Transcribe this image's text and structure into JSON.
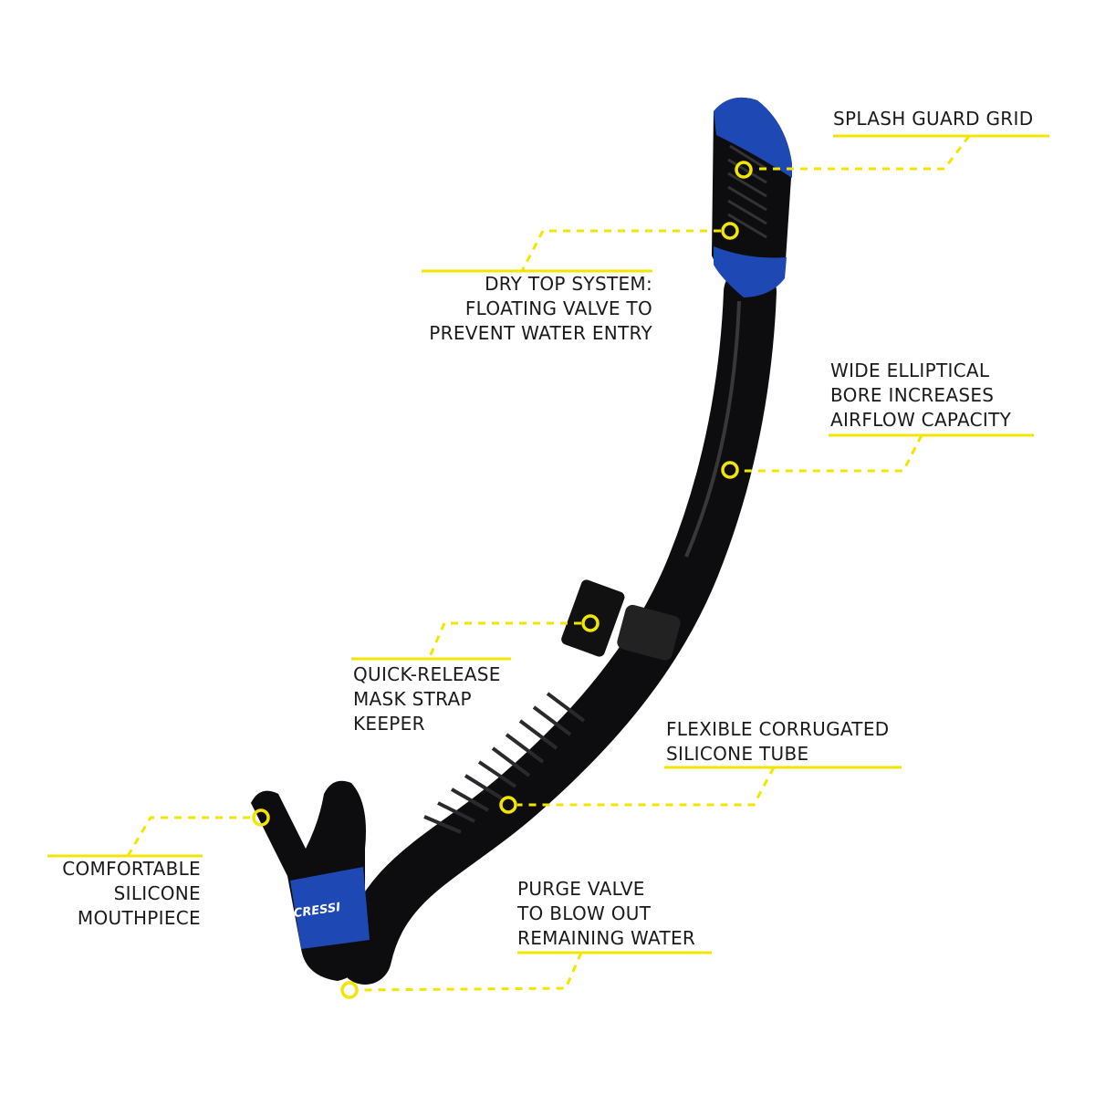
{
  "colors": {
    "accent_yellow": "#f2e600",
    "snorkel_black": "#0d0d10",
    "brand_blue": "#1e48b4",
    "text": "#1a1a1a"
  },
  "brand_logo": "CRESSI",
  "callouts": {
    "splash_guard": {
      "lines": [
        "SPLASH GUARD GRID"
      ]
    },
    "dry_top": {
      "lines": [
        "DRY TOP SYSTEM:",
        "FLOATING VALVE TO",
        "PREVENT WATER ENTRY"
      ]
    },
    "bore": {
      "lines": [
        "WIDE ELLIPTICAL",
        "BORE INCREASES",
        "AIRFLOW CAPACITY"
      ]
    },
    "keeper": {
      "lines": [
        "QUICK-RELEASE",
        "MASK STRAP",
        "KEEPER"
      ]
    },
    "tube": {
      "lines": [
        "FLEXIBLE CORRUGATED",
        "SILICONE TUBE"
      ]
    },
    "mouthpiece": {
      "lines": [
        "COMFORTABLE",
        "SILICONE",
        "MOUTHPIECE"
      ]
    },
    "purge": {
      "lines": [
        "PURGE VALVE",
        "TO BLOW OUT",
        "REMAINING WATER"
      ]
    }
  }
}
